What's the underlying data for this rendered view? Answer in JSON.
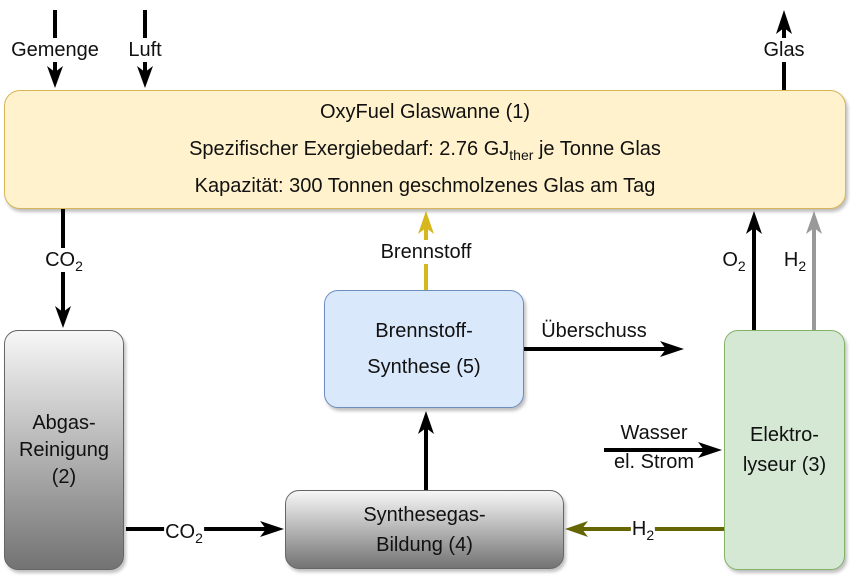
{
  "boxes": {
    "glaswanne": {
      "title": "OxyFuel Glaswanne (1)",
      "line2_prefix": "Spezifischer Exergiebedarf: 2.76 GJ",
      "line2_sub": "ther",
      "line2_suffix": " je Tonne Glas",
      "line3": "Kapazität: 300 Tonnen geschmolzenes Glas am Tag"
    },
    "abgas": {
      "line1": "Abgas-",
      "line2": "Reinigung",
      "line3": "(2)"
    },
    "elektrolyseur": {
      "line1": "Elektro-",
      "line2": "lyseur (3)"
    },
    "synthesegas": {
      "line1": "Synthesegas-",
      "line2": "Bildung (4)"
    },
    "brennstoff_synthese": {
      "line1": "Brennstoff-",
      "line2": "Synthese (5)"
    }
  },
  "flows": {
    "gemenge": "Gemenge",
    "luft": "Luft",
    "glas": "Glas",
    "co2_top": {
      "base": "CO",
      "sub": "2"
    },
    "brennstoff": "Brennstoff",
    "o2": {
      "base": "O",
      "sub": "2"
    },
    "h2_top": {
      "base": "H",
      "sub": "2"
    },
    "ueberschuss": "Überschuss",
    "wasser": "Wasser",
    "strom": "el. Strom",
    "h2_bottom": {
      "base": "H",
      "sub": "2"
    },
    "co2_bottom": {
      "base": "CO",
      "sub": "2"
    }
  },
  "colors": {
    "fuel": "#d6b81e",
    "hydrogen_top": "#999999",
    "hydrogen_bottom": "#666600",
    "black": "#000000"
  }
}
